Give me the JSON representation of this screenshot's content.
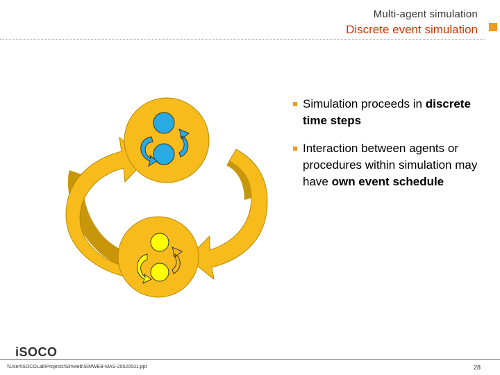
{
  "header": {
    "supertitle": "Multi-agent simulation",
    "title": "Discrete event simulation",
    "accent_color": "#f39a1e",
    "title_color": "#cc3300"
  },
  "bullets": [
    {
      "pre": "Simulation proceeds in ",
      "bold": "discrete time steps",
      "post": ""
    },
    {
      "pre": "Interaction between agents or procedures within simulation may have ",
      "bold": "own event schedule",
      "post": ""
    }
  ],
  "diagram": {
    "disc_color": "#f7bb1c",
    "arrow_color": "#f7bb1c",
    "arrow_shadow": "#c8960a",
    "top_agent_color": "#2aaae2",
    "bottom_agent_color": "#ffff00"
  },
  "footer": {
    "logo": "iSOCO",
    "path": "\\\\User\\iSOCOLab\\Projects\\Simweb\\SIMWEB-MAS-20020531.ppt",
    "page": "28"
  }
}
